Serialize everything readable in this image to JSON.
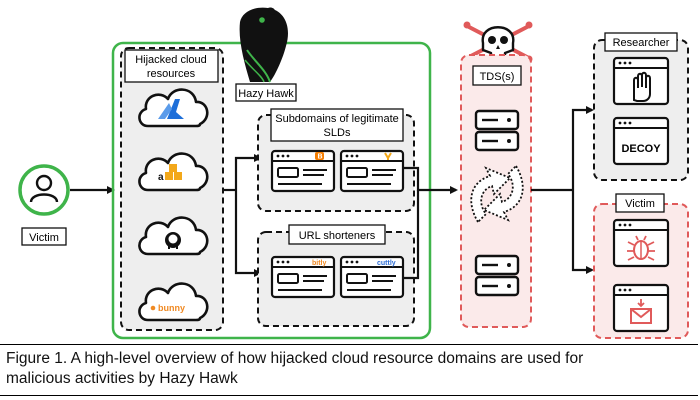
{
  "labels": {
    "victim_left": "Victim",
    "hijacked_line1": "Hijacked cloud",
    "hijacked_line2": "resources",
    "hazy_hawk": "Hazy Hawk",
    "subdomains_line1": "Subdomains of legitimate",
    "subdomains_line2": "SLDs",
    "url_shorteners": "URL shorteners",
    "tds": "TDS(s)",
    "researcher": "Researcher",
    "decoy": "DECOY",
    "victim_right": "Victim",
    "bitly": "bitly",
    "cuttly": "cuttly",
    "bunny": "bunny"
  },
  "colors": {
    "green": "#3fb44a",
    "red": "#e05a5a",
    "red_fill": "#fbeaea",
    "gray_fill": "#eeeeee",
    "ink": "#111111",
    "azure": "#1e6fd9",
    "aws": "#f3a81a",
    "blogger": "#f57d00",
    "bunny": "#f08a24",
    "cuttly": "#2f6fd6"
  },
  "icons": [
    "person-icon",
    "azure-icon",
    "aws-icon",
    "github-icon",
    "bunny-icon",
    "hawk-logo-icon",
    "skull-icon",
    "server-icon",
    "cycle-arrows-icon",
    "hand-icon",
    "bug-icon",
    "envelope-icon",
    "browser-window-icon"
  ],
  "caption": {
    "line1": "Figure 1. A high-level overview of how hijacked cloud resource domains are used for",
    "line2": "malicious activities by Hazy Hawk"
  }
}
